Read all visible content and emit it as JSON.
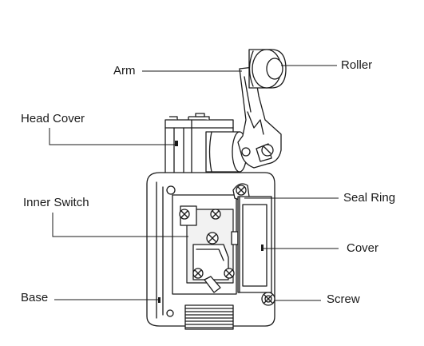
{
  "diagram": {
    "labels": {
      "arm": "Arm",
      "roller": "Roller",
      "head_cover": "Head Cover",
      "inner_switch": "Inner Switch",
      "seal_ring": "Seal Ring",
      "cover": "Cover",
      "base": "Base",
      "screw": "Screw"
    },
    "colors": {
      "line": "#1a1a1a",
      "background": "#ffffff",
      "fill_light": "#f2f2f2"
    }
  }
}
